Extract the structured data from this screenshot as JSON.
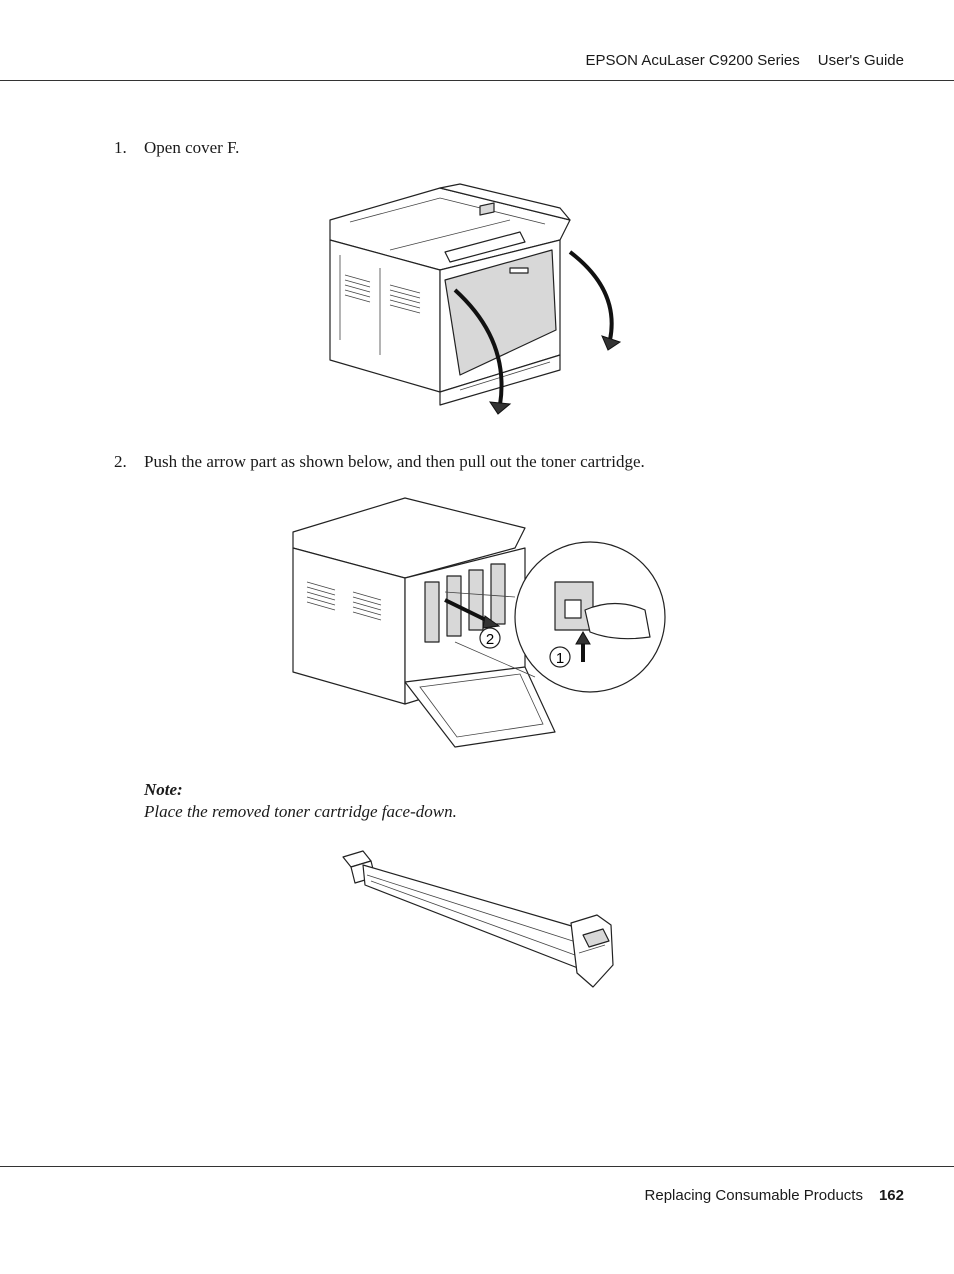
{
  "header": {
    "product": "EPSON AcuLaser C9200 Series",
    "guide": "User's Guide"
  },
  "steps": [
    {
      "number": "1.",
      "text": "Open cover F."
    },
    {
      "number": "2.",
      "text": "Push the arrow part as shown below, and then pull out the toner cartridge."
    }
  ],
  "note": {
    "title": "Note:",
    "text": "Place the removed toner cartridge face-down."
  },
  "figures": {
    "fig2_callouts": [
      "2",
      "1"
    ]
  },
  "footer": {
    "section": "Replacing Consumable Products",
    "page_number": "162"
  }
}
